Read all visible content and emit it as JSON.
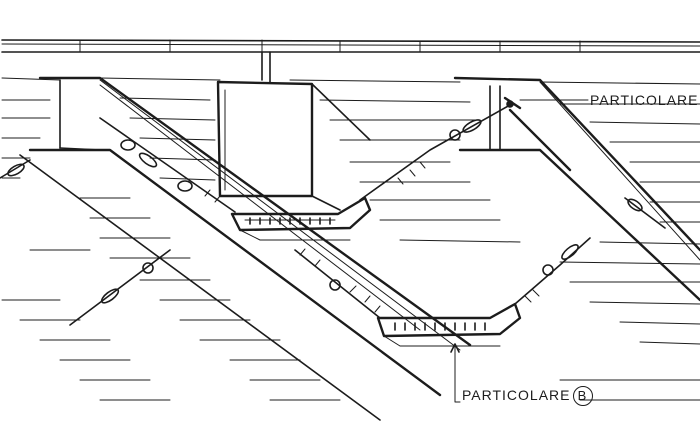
{
  "labels": {
    "detail_top": "PARTICOLARE",
    "detail_bottom_text": "PARTICOLARE",
    "detail_bottom_mark": "B"
  }
}
